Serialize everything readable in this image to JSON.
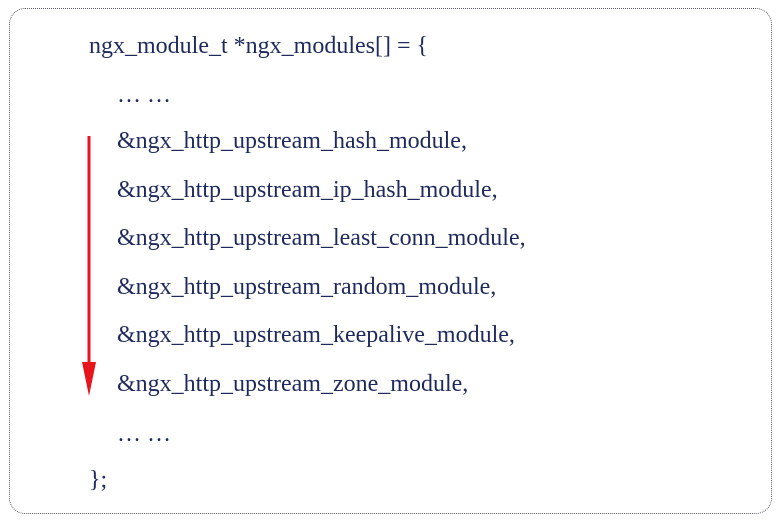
{
  "code": {
    "declaration": "ngx_module_t *ngx_modules[] = {",
    "ellipsis_top": "… …",
    "modules": [
      "&ngx_http_upstream_hash_module,",
      "&ngx_http_upstream_ip_hash_module,",
      "&ngx_http_upstream_least_conn_module,",
      "&ngx_http_upstream_random_module,",
      "&ngx_http_upstream_keepalive_module,",
      "&ngx_http_upstream_zone_module,"
    ],
    "ellipsis_bottom": "… …",
    "closing": "};"
  },
  "colors": {
    "text": "#1f2a5c",
    "arrow": "#e8141c",
    "border": "#5a5a66"
  },
  "arrow": {
    "direction": "down"
  }
}
